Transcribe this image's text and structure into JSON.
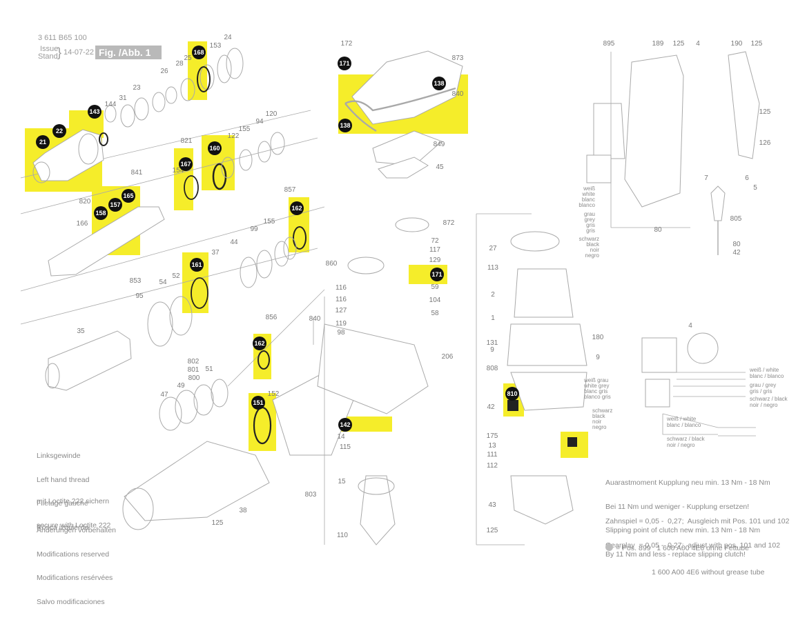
{
  "header": {
    "doc_number": "3 611 B65 100",
    "issue_label": "Issue",
    "stand_label": "Stand",
    "issue_date": "14-07-22",
    "fig_label": "Fig. /Abb. 1"
  },
  "highlight_color": "#f5ed2a",
  "part_labels": [
    "24",
    "153",
    "25",
    "26",
    "28",
    "23",
    "31",
    "144",
    "21",
    "22",
    "143",
    "168",
    "821",
    "155",
    "94",
    "120",
    "122",
    "154",
    "167",
    "160",
    "841",
    "820",
    "166",
    "158",
    "157",
    "165",
    "857",
    "162",
    "99",
    "155",
    "44",
    "37",
    "161",
    "853",
    "54",
    "52",
    "95",
    "35",
    "802",
    "801",
    "800",
    "51",
    "49",
    "47",
    "38",
    "125",
    "172",
    "171",
    "873",
    "138",
    "840",
    "138",
    "849",
    "45",
    "872",
    "72",
    "117",
    "129",
    "171",
    "59",
    "104",
    "58",
    "860",
    "116",
    "116",
    "127",
    "840",
    "119",
    "98",
    "206",
    "856",
    "162",
    "151",
    "152",
    "142",
    "14",
    "115",
    "15",
    "803",
    "110",
    "27",
    "113",
    "2",
    "1",
    "180",
    "131",
    "9",
    "9",
    "808",
    "810",
    "42",
    "175",
    "13",
    "111",
    "112",
    "43",
    "125",
    "895",
    "189",
    "125",
    "4",
    "190",
    "125",
    "125",
    "126",
    "7",
    "6",
    "5",
    "805",
    "80",
    "42",
    "80",
    "4"
  ],
  "highlighted_badges": [
    "21",
    "22",
    "143",
    "168",
    "167",
    "160",
    "158",
    "157",
    "165",
    "162",
    "161",
    "171",
    "138",
    "162",
    "151",
    "142",
    "171",
    "810"
  ],
  "wiring_labels": {
    "weiss": "weiß",
    "white": "white",
    "blanc": "blanc",
    "blanco": "blanco",
    "grau": "grau",
    "grey": "grey",
    "gris": "gris",
    "gris2": "gris",
    "schwarz": "schwarz",
    "black": "black",
    "noir": "noir",
    "negro": "negro",
    "weiss_white": "weiß / white",
    "blanc_blanco": "blanc / blanco",
    "grau_grey": "grau / grey",
    "gris_gris": "gris / gris",
    "schwarz_black": "schwarz / black",
    "noir_negro": "noir / negro"
  },
  "legend": {
    "left_hand": [
      "Linksgewinde",
      "Left hand thread",
      "Filetage gauche",
      "Rosca izquierda"
    ],
    "loctite": [
      "mit Loctite 222 sichern",
      "secure with Loctite 222"
    ],
    "changes": [
      "Änderungen vorbehalten",
      "Modifications reserved",
      "Modifications resérvées",
      "Salvo modificaciones"
    ]
  },
  "notes": {
    "clutch": [
      "Auarastmoment Kupplung neu min. 13 Nm - 18 Nm",
      "Bei 11 Nm und weniger - Kupplung ersetzen!",
      "Slipping point of clutch new min. 13 Nm - 18 Nm",
      "By 11 Nm and less - replace slipping clutch!"
    ],
    "gearplay": [
      "Zahnspiel = 0,05 -  0,27;  Ausgleich mit Pos. 101 und 102",
      "Gearplay  = 0,05 -  0,27;  adjust with pos. 101 and 102"
    ],
    "grease": [
      "= Pos. 899   1 600 A00 4E6 ohne Fettube",
      "1 600 A00 4E6 without grease tube"
    ]
  }
}
